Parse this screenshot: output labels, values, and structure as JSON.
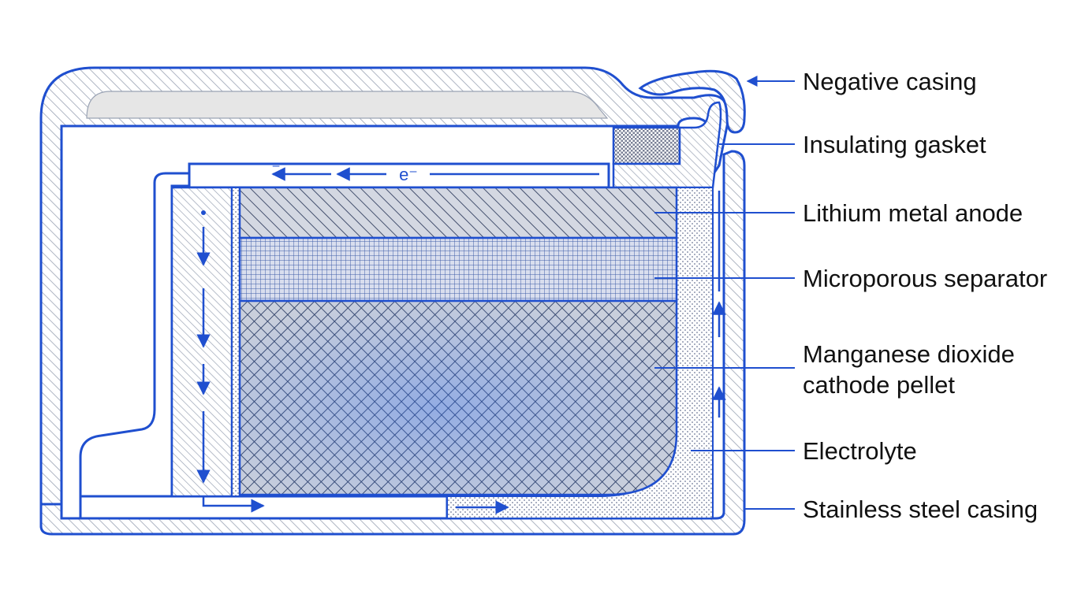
{
  "diagram": {
    "colors": {
      "outline": "#1f4fcf",
      "hatch": "#9aa3b4",
      "gray_fill": "#e6e6e6",
      "dark_mesh": "#2e3f66",
      "label": "#111111"
    },
    "electron_symbol": "e⁻",
    "electron_symbol_short": "⁻",
    "labels": [
      {
        "text": "Negative casing"
      },
      {
        "text": "Insulating gasket"
      },
      {
        "text": "Lithium metal anode"
      },
      {
        "text": "Microporous separator"
      },
      {
        "text": "Manganese dioxide",
        "text2": "cathode pellet"
      },
      {
        "text": "Electrolyte"
      },
      {
        "text": "Stainless steel casing"
      }
    ]
  }
}
